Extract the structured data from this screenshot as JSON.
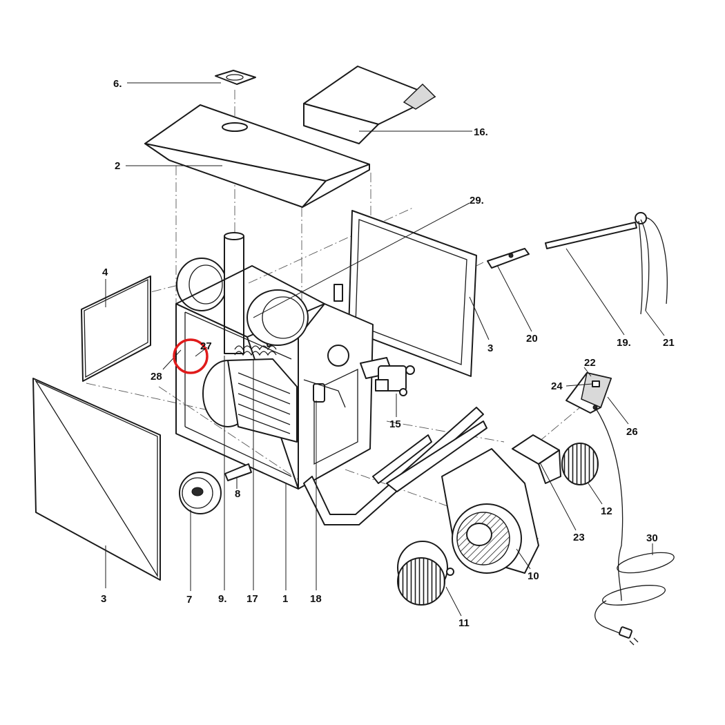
{
  "labels": {
    "p1": "1",
    "p2": "2",
    "p3a": "3",
    "p3b": "3",
    "p4": "4",
    "p6": "6.",
    "p7": "7",
    "p8": "8",
    "p9": "9.",
    "p10": "10",
    "p11": "11",
    "p12": "12",
    "p15": "15",
    "p16": "16.",
    "p17": "17",
    "p18": "18",
    "p19": "19.",
    "p20": "20",
    "p21": "21",
    "p22": "22",
    "p23": "23",
    "p24": "24",
    "p26": "26",
    "p27": "27",
    "p28": "28",
    "p29": "29.",
    "p30": "30"
  },
  "highlight": {
    "target_part": "27",
    "color": "#e01b1b"
  }
}
